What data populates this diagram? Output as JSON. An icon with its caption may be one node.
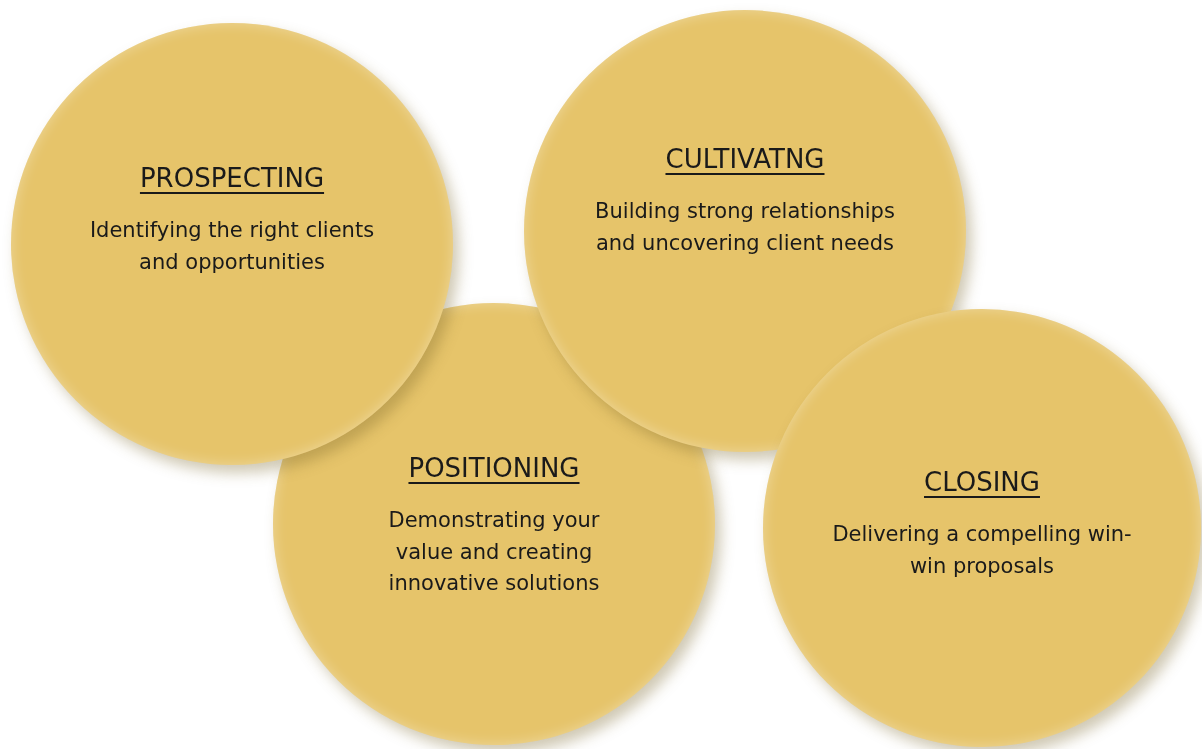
{
  "diagram": {
    "nodes": [
      {
        "text": [
          "PROSPECTING",
          "Identifying the right clients and opportunities"
        ]
      },
      {
        "text": [
          "CULTIVATNG",
          "Building strong relationships and uncovering client needs"
        ]
      },
      {
        "text": [
          "POSITIONING",
          "Demonstrating your value and creating innovative solutions"
        ]
      },
      {
        "text": [
          "CLOSING",
          "Delivering a compelling win-win proposals"
        ]
      }
    ]
  }
}
